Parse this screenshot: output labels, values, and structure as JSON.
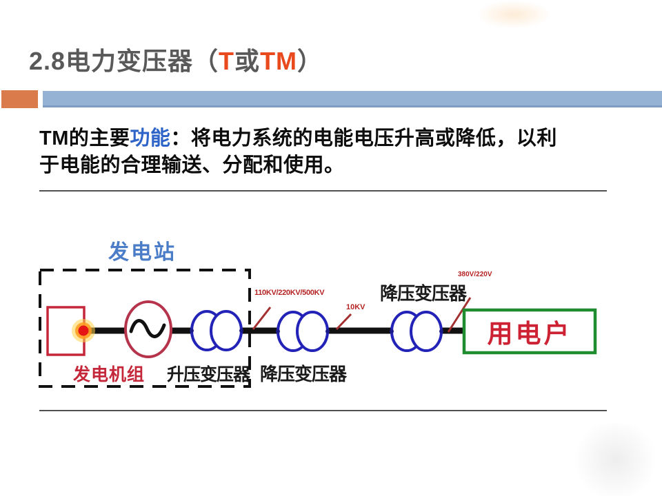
{
  "slide": {
    "title": {
      "prefix": "2.8电力变压器（",
      "accent1": "T",
      "mid": "或",
      "accent2": "TM",
      "suffix": "）"
    },
    "body": {
      "line1_pre": "TM的主要",
      "line1_highlight": "功能",
      "line1_post": "：将电力系统的电能电压升高或降低，以利",
      "line2": "于电能的合理输送、分配和使用。"
    }
  },
  "diagram": {
    "station_label": "发电站",
    "generator_label": "发电机组",
    "stepup_transformer_label": "升压变压器",
    "stepdown_transformer1_label": "降压变压器",
    "stepdown_transformer2_label": "降压变压器",
    "hv_line_label": "110KV/220KV/500KV",
    "mv_line_label": "10KV",
    "lv_line_label": "380V/220V",
    "consumer_label": "用电户"
  },
  "colors": {
    "title_gray": "#595959",
    "title_accent_red": "#e8491d",
    "bar_orange": "#d97b4a",
    "bar_blue": "#95b1d3",
    "body_highlight_blue": "#2e64c8",
    "station_label_blue": "#4a7cc7",
    "diagram_red": "#c5273a",
    "generator_circle_red": "#b5344c",
    "transformer_blue": "#2323b8",
    "consumer_green": "#1f8c2f",
    "voltage_label_red": "#b52222",
    "wire_black": "#111111"
  }
}
